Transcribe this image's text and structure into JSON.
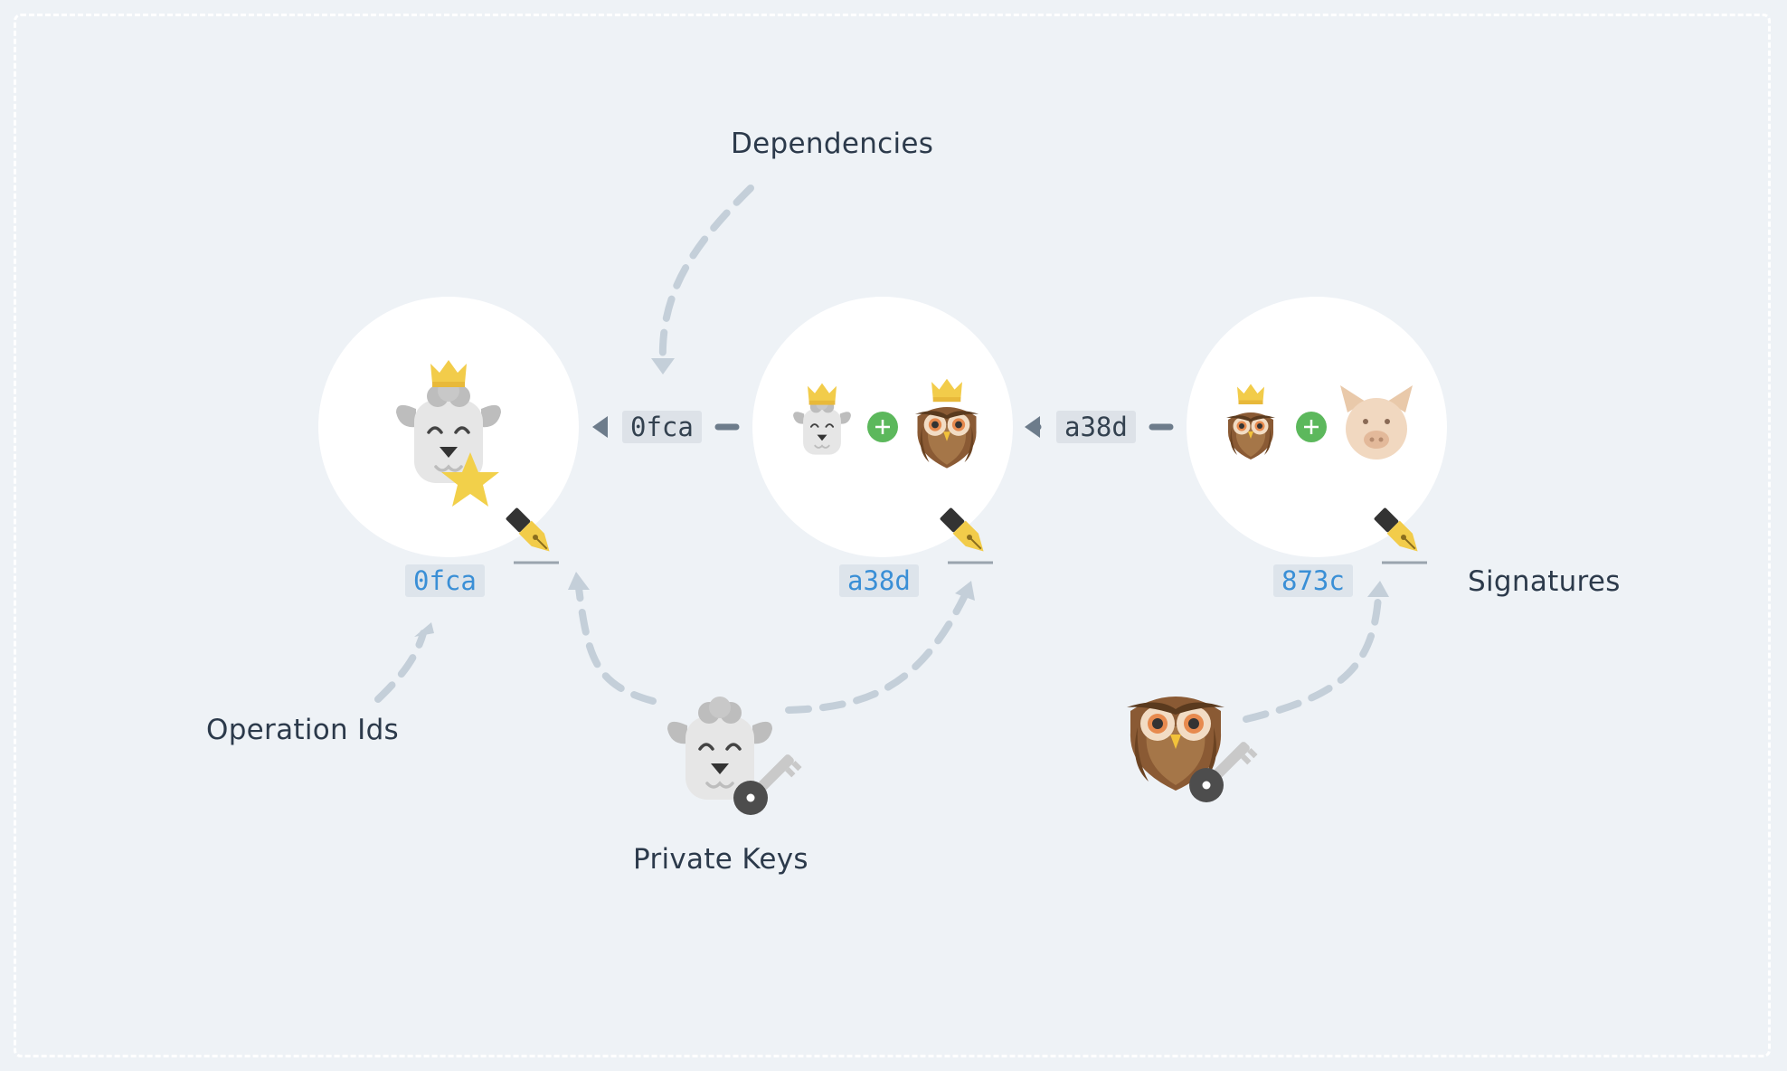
{
  "annotations": {
    "dependencies": "Dependencies",
    "signatures": "Signatures",
    "operation_ids": "Operation Ids",
    "private_keys": "Private Keys"
  },
  "operations": [
    {
      "id": "0fca",
      "depends_on": "",
      "authors": [
        "goat-crowned-star"
      ]
    },
    {
      "id": "a38d",
      "depends_on": "0fca",
      "authors": [
        "goat-crowned",
        "owl-crowned"
      ]
    },
    {
      "id": "873c",
      "depends_on": "a38d",
      "authors": [
        "owl-crowned",
        "pig"
      ]
    }
  ],
  "key_holders": [
    "goat-with-key",
    "owl-with-key"
  ],
  "colors": {
    "background": "#eef2f6",
    "node": "#ffffff",
    "op_id_text": "#3a8fd6",
    "arrow": "#6d7c8b",
    "dashed_arrow": "#c4cfd9",
    "plus": "#5cb85c",
    "crown": "#f2cc4a"
  }
}
